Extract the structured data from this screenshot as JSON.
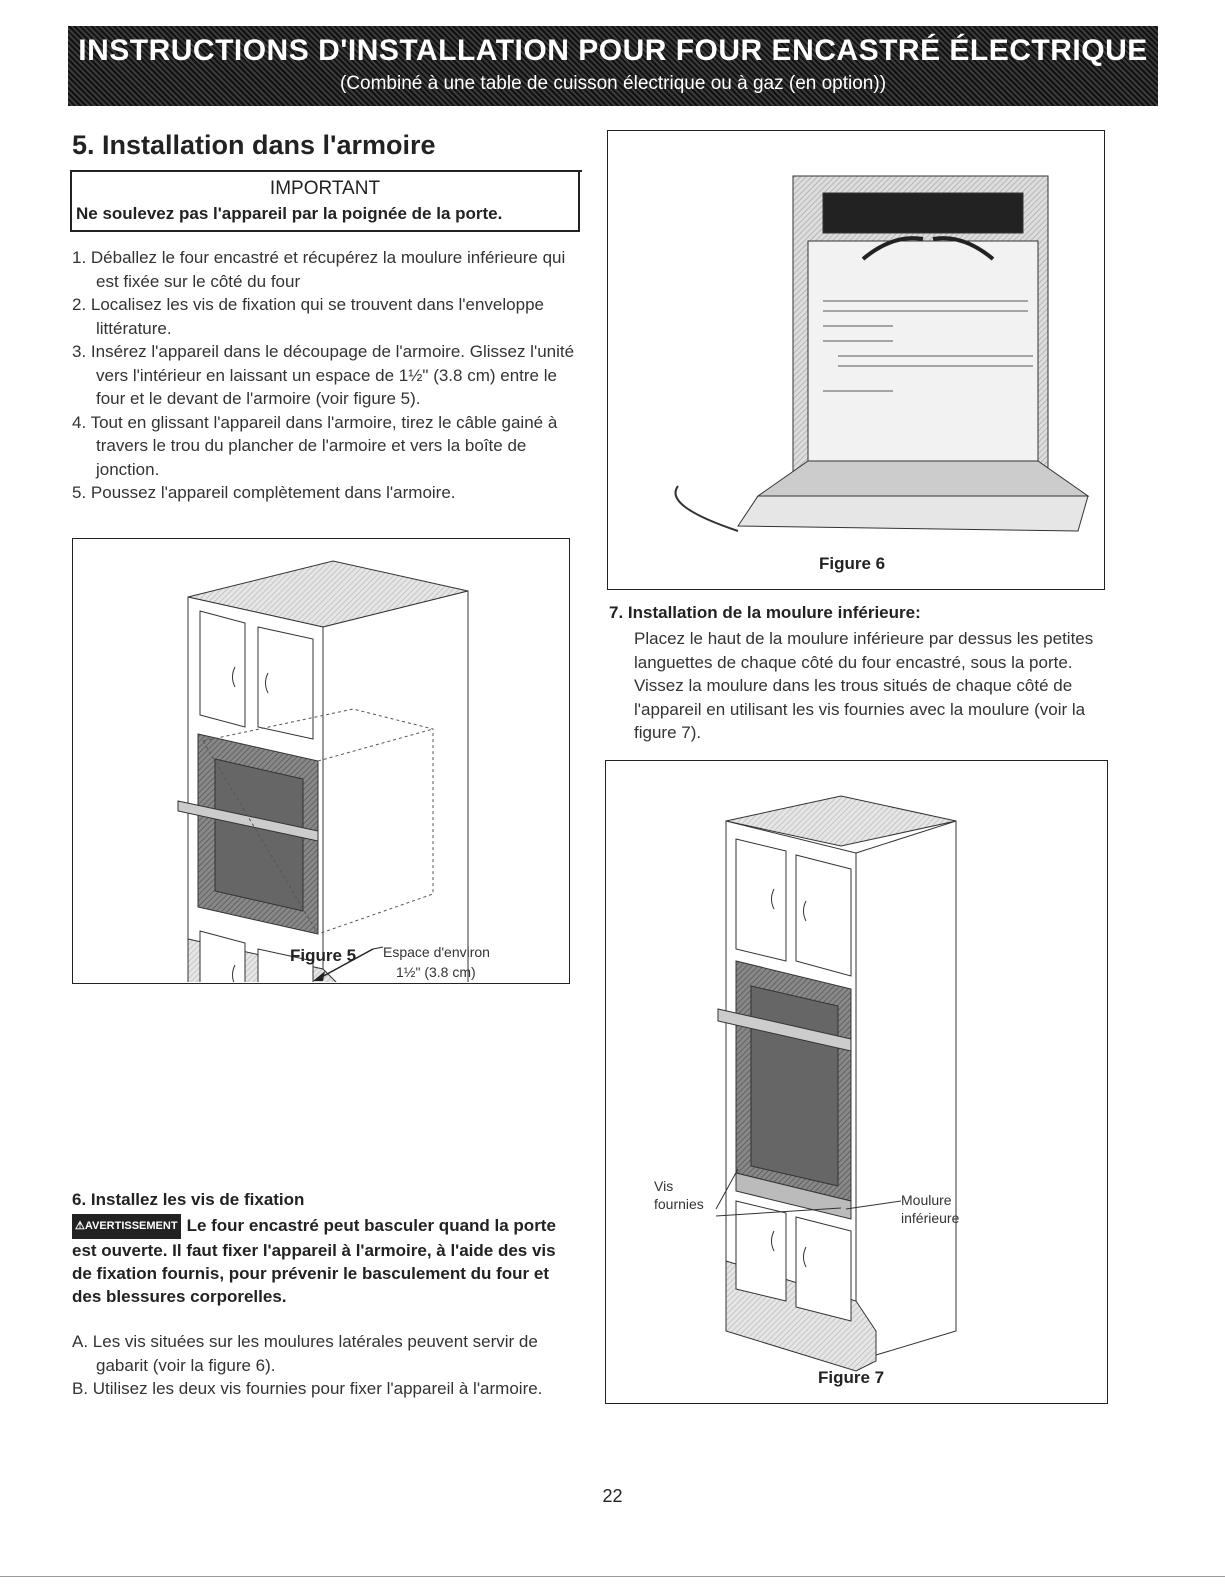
{
  "header": {
    "title": "INSTRUCTIONS D'INSTALLATION POUR FOUR ENCASTRÉ ÉLECTRIQUE",
    "subtitle": "(Combiné à une table de cuisson électrique ou à gaz (en option))"
  },
  "section5": {
    "title": "5. Installation dans l'armoire",
    "important_heading": "IMPORTANT",
    "important_text": "Ne soulevez pas l'appareil par la poignée de la porte.",
    "steps": [
      "1. Déballez le four encastré et récupérez la moulure inférieure qui est fixée sur le côté du four",
      "2. Localisez les vis de fixation qui se trouvent dans l'enveloppe littérature.",
      "3. Insérez l'appareil dans le découpage de l'armoire. Glissez l'unité vers l'intérieur en laissant un espace de 1½\" (3.8 cm) entre le four et le devant de l'armoire (voir figure 5).",
      "4. Tout en glissant l'appareil dans l'armoire, tirez le câble gainé à travers le trou du plancher de l'armoire et vers la boîte de jonction.",
      "5. Poussez l'appareil complètement dans l'armoire."
    ]
  },
  "figure5": {
    "caption": "Figure 5",
    "callout_line1": "Espace d'environ",
    "callout_line2": "1½\" (3.8 cm)"
  },
  "section6": {
    "title": "6. Installez les vis de fixation",
    "warning_badge": "⚠AVERTISSEMENT",
    "warning_text": "Le four encastré peut basculer quand la porte est ouverte. Il faut fixer l'appareil à l'armoire, à l'aide des vis de fixation fournis, pour prévenir le basculement du four et des blessures corporelles.",
    "items": [
      "A. Les vis situées sur les moulures latérales peuvent servir de gabarit (voir la figure 6).",
      "B. Utilisez les deux vis fournies pour fixer l'appareil à l'armoire."
    ]
  },
  "figure6": {
    "caption": "Figure 6"
  },
  "section7": {
    "title": "7. Installation de la moulure inférieure:",
    "text": "Placez le haut de la moulure inférieure par dessus les petites languettes de chaque côté du four encastré, sous la porte. Vissez la moulure dans les trous situés de chaque côté de l'appareil en utilisant les vis fournies avec la moulure (voir la figure 7)."
  },
  "figure7": {
    "caption": "Figure 7",
    "label_vis_1": "Vis",
    "label_vis_2": "fournies",
    "label_moulure_1": "Moulure",
    "label_moulure_2": "inférieure"
  },
  "page_number": "22"
}
